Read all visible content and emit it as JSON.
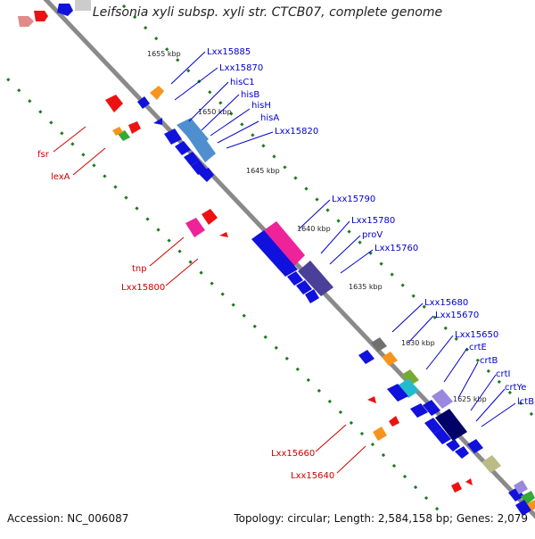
{
  "header": {
    "title": "Leifsonia xyli subsp. xyli str. CTCB07, complete genome"
  },
  "footer": {
    "accession": "Accession: NC_006087",
    "topology": "Topology: circular; Length: 2,584,158 bp; Genes: 2,079"
  },
  "colors": {
    "forward_label": "#0000cc",
    "reverse_label": "#cc0000",
    "backbone": "#8a8a8a",
    "tick": "#1a7a1a"
  },
  "ticks": [
    "1655 kbp",
    "1650 kbp",
    "1645 kbp",
    "1640 kbp",
    "1635 kbp",
    "1630 kbp",
    "1625 kbp"
  ],
  "forward_genes": [
    "Lxx15885",
    "Lxx15870",
    "hisC1",
    "hisB",
    "hisH",
    "hisA",
    "Lxx15820",
    "Lxx15790",
    "Lxx15780",
    "proV",
    "Lxx15760",
    "Lxx15680",
    "Lxx15670",
    "Lxx15650",
    "crtE",
    "crtB",
    "crtI",
    "crtYe",
    "lctB"
  ],
  "reverse_genes": [
    "fsr",
    "lexA",
    "tnp",
    "Lxx15800",
    "Lxx15660",
    "Lxx15640"
  ]
}
